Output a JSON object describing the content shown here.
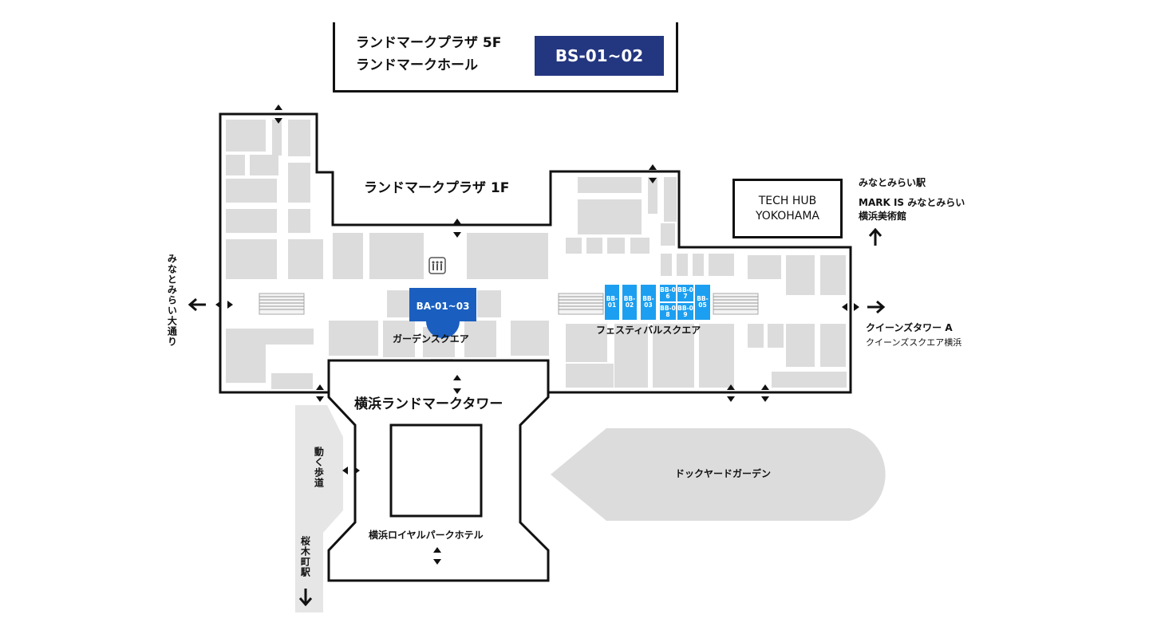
{
  "colors": {
    "outline": "#111111",
    "block": "#dcdcdc",
    "walkway": "#e6e6e6",
    "navy": "#233680",
    "event_blue": "#1a5fbf",
    "booth_blue": "#1c9ff0"
  },
  "top_box": {
    "line1": "ランドマークプラザ 5F",
    "line2": "ランドマークホール",
    "badge": "BS-01~02"
  },
  "labels": {
    "plaza_1f": "ランドマークプラザ 1F",
    "garden_square": "ガーデンスクエア",
    "festival_square": "フェスティバルスクエア",
    "landmark_tower": "横浜ランドマークタワー",
    "hotel": "横浜ロイヤルパークホテル",
    "dockyard": "ドックヤードガーデン",
    "moving_walkway": "動く歩道",
    "sakuragicho": "桜木町駅",
    "mm_avenue": "みなとみらい大通り",
    "techhub_line1": "TECH HUB",
    "techhub_line2": "YOKOHAMA",
    "dest_ne_1": "みなとみらい駅",
    "dest_ne_2": "MARK IS みなとみらい",
    "dest_ne_3": "横浜美術館",
    "dest_e_1": "クイーンズタワー A",
    "dest_e_2": "クイーンズスクエア横浜"
  },
  "garden_booth": "BA-01~03",
  "festival_booths": {
    "bb01": "BB-01",
    "bb02": "BB-02",
    "bb03": "BB-03",
    "bb06": "BB-06",
    "bb07": "BB-07",
    "bb08": "BB-08",
    "bb09": "BB-09",
    "bb05": "BB-05"
  },
  "icons": {
    "elevator": "elevator-icon",
    "arrow_left": "arrow-left-icon",
    "arrow_right": "arrow-right-icon",
    "arrow_up": "arrow-up-icon",
    "arrow_down": "arrow-down-icon",
    "entrance": "entrance-arrow-icon"
  }
}
